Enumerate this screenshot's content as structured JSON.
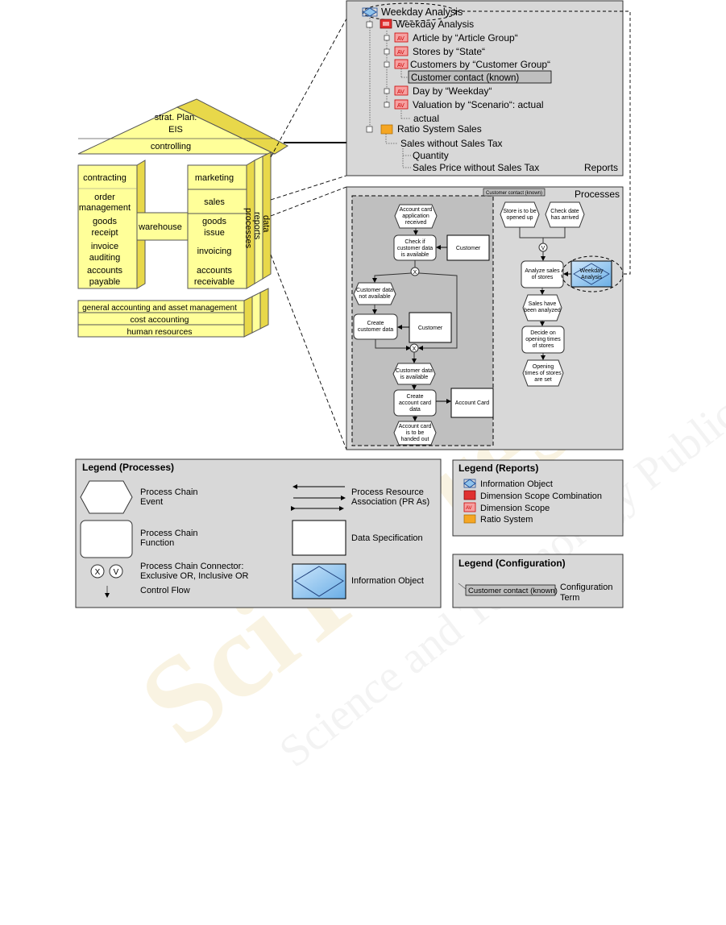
{
  "house": {
    "roof": [
      "strat. Plan.",
      "EIS",
      "controlling"
    ],
    "left_column": [
      "contracting",
      "order",
      "management",
      "goods",
      "receipt",
      "invoice",
      "auditing",
      "accounts",
      "payable"
    ],
    "middle": "warehouse",
    "right_column": [
      "marketing",
      "sales",
      "goods",
      "issue",
      "invoicing",
      "accounts",
      "receivable"
    ],
    "side": [
      "data",
      "reports",
      "processes"
    ],
    "base": [
      "general accounting and asset management",
      "cost accounting",
      "human resources"
    ]
  },
  "reports": {
    "root": "Weekday Analysis",
    "combination": "Weekday Analysis",
    "scopes": [
      "Article by “Article Group“",
      "Stores by “State“",
      "Customers by “Customer Group“",
      "Day by “Weekday“",
      "Valuation by “Scenario“: actual"
    ],
    "config_term": "Customer contact (known)",
    "actual": "actual",
    "ratio_system": "Ratio System Sales",
    "ratio_child": "Sales without Sales Tax",
    "ratio_leaves": [
      "Quantity",
      "Sales Price without Sales Tax"
    ],
    "panel_label": "Reports"
  },
  "processes": {
    "panel_label": "Processes",
    "config_tag": "Customer contact (known)",
    "left_flow": {
      "ev_received": [
        "Account card",
        "application",
        "received"
      ],
      "fn_check": [
        "Check if",
        "customer data",
        "is available"
      ],
      "data_customer1": "Customer",
      "ev_not_available": [
        "Customer data",
        "not available"
      ],
      "fn_create_customer": [
        "Create",
        "customer data"
      ],
      "data_customer2": "Customer",
      "ev_available": [
        "Customer data",
        "is available"
      ],
      "fn_create_card": [
        "Create",
        "account card",
        "data"
      ],
      "data_card": "Account Card",
      "ev_handed": [
        "Account card",
        "is to be",
        "handed out"
      ],
      "xor1": "X",
      "xor2": "X"
    },
    "right_flow": {
      "ev_store": [
        "Store is to be",
        "opened up"
      ],
      "ev_check_date": [
        "Check date",
        "has arrived"
      ],
      "or": "V",
      "fn_analyze": [
        "Analyze sales",
        "of stores"
      ],
      "info_object": [
        "Weekday",
        "Analysis"
      ],
      "ev_analyzed": [
        "Sales have",
        "been analyzed"
      ],
      "fn_decide": [
        "Decide on",
        "opening times",
        "of stores"
      ],
      "ev_set": [
        "Opening",
        "times of stores",
        "are set"
      ]
    }
  },
  "legend_processes": {
    "title": "Legend (Processes)",
    "event": [
      "Process Chain",
      "Event"
    ],
    "function": [
      "Process Chain",
      "Function"
    ],
    "connector": [
      "Process Chain Connector:",
      "Exclusive OR, Inclusive OR"
    ],
    "connector_x": "X",
    "connector_v": "V",
    "control_flow": "Control Flow",
    "pras": [
      "Process Resource",
      "Association (PR As)"
    ],
    "data_spec": "Data Specification",
    "info_object": "Information Object"
  },
  "legend_reports": {
    "title": "Legend (Reports)",
    "items": [
      "Information Object",
      "Dimension Scope Combination",
      "Dimension Scope",
      "Ratio System"
    ]
  },
  "legend_config": {
    "title": "Legend (Configuration)",
    "term": "Customer contact (known)",
    "label": [
      "Configuration",
      "Term"
    ]
  },
  "colors": {
    "house_yellow": "#ffff99",
    "house_shade": "#e8d84a",
    "panel_gray": "#d8d8d8",
    "process_gray": "#bfbfbf",
    "info_blue": "#8fc3ec",
    "scope_red": "#e03030",
    "ratio_orange": "#f5a623"
  },
  "watermark": {
    "big": "SciTePress",
    "small": "Science and Technology Publications"
  }
}
